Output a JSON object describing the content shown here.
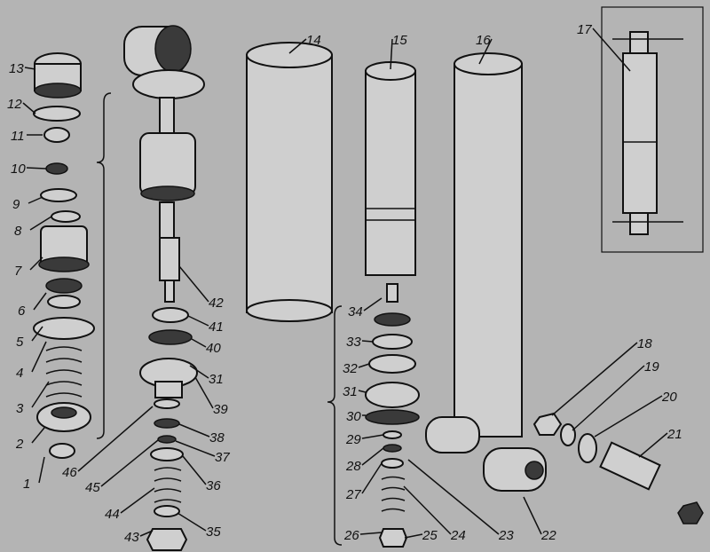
{
  "figure": {
    "title": "Shock absorber exploded view",
    "part_labels": [
      "1",
      "2",
      "3",
      "4",
      "5",
      "6",
      "7",
      "8",
      "9",
      "10",
      "11",
      "12",
      "13",
      "14",
      "15",
      "16",
      "17",
      "18",
      "19",
      "20",
      "21",
      "22",
      "23",
      "24",
      "25",
      "26",
      "27",
      "28",
      "29",
      "30",
      "31",
      "31",
      "32",
      "33",
      "34",
      "35",
      "36",
      "37",
      "38",
      "39",
      "40",
      "41",
      "42",
      "43",
      "44",
      "45",
      "46"
    ],
    "colors": {
      "background": "#b4b4b4",
      "ink": "#111111"
    }
  }
}
